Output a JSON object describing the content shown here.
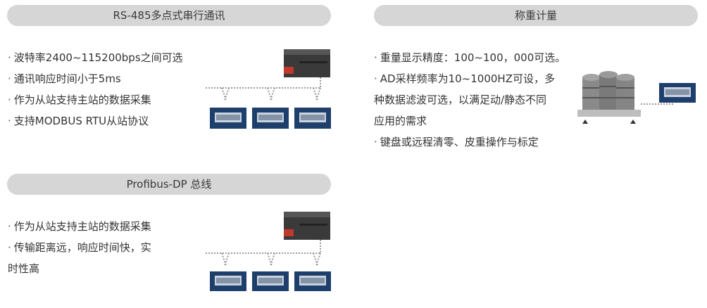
{
  "colors": {
    "pill_bg": "#d6d6d6",
    "text": "#333333",
    "module_blue": "#1e3f6b",
    "plc_dark": "#3a3a3a",
    "accent_red": "#c0392b",
    "bus_line": "#9a9a9a"
  },
  "bullet_marker": "·",
  "sections": {
    "rs485": {
      "title": "RS-485多点式串行通讯",
      "bullets": [
        "波特率2400~115200bps之间可选",
        "通讯响应时间小于5ms",
        "作为从站支持主站的数据采集",
        "支持MODBUS  RTU从站协议"
      ]
    },
    "weighing": {
      "title": "称重计量",
      "bullets": [
        "重量显示精度：100~100，000可选。",
        "AD采样频率为10~1000HZ可设，多",
        "种数据滤波可选，以满足动/静态不同",
        "应用的需求",
        "键盘或远程清零、皮重操作与标定"
      ]
    },
    "profibus": {
      "title": "Profibus-DP 总线",
      "bullets": [
        "作为从站支持主站的数据采集",
        "传输距离远，响应时间快，实",
        "时性高"
      ]
    }
  }
}
